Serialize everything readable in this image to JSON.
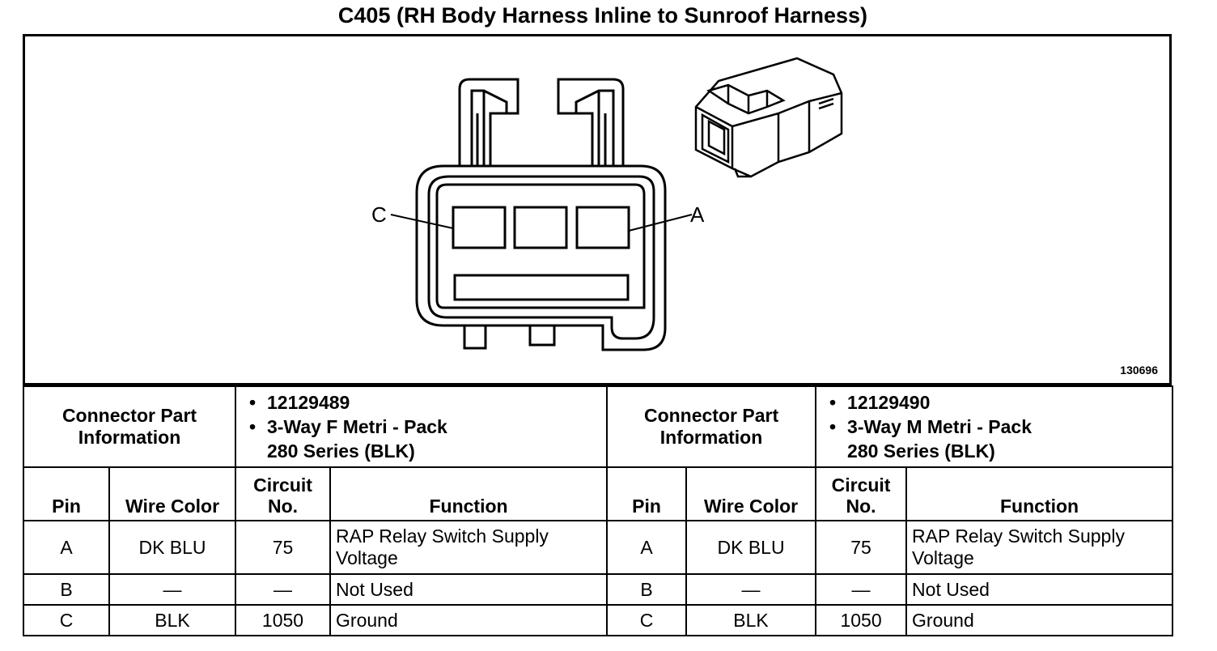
{
  "title": "C405 (RH Body Harness Inline to Sunroof Harness)",
  "figure_id": "130696",
  "callouts": {
    "left": "C",
    "right": "A"
  },
  "left_connector": {
    "info_label": "Connector Part Information",
    "part_number": "12129489",
    "part_desc_1": "3-Way F Metri - Pack",
    "part_desc_2": "280 Series (BLK)"
  },
  "right_connector": {
    "info_label": "Connector Part Information",
    "part_number": "12129490",
    "part_desc_1": "3-Way M Metri - Pack",
    "part_desc_2": "280 Series (BLK)"
  },
  "headers_left": {
    "pin": "Pin",
    "wire_color": "Wire Color",
    "circuit": "Circuit No.",
    "function": "Function"
  },
  "headers_right": {
    "pin": "Pin",
    "wire_color": "Wire Color",
    "circuit": "Circuit No.",
    "function": "Function"
  },
  "rows": [
    {
      "left": {
        "pin": "A",
        "wire_color": "DK BLU",
        "circuit": "75",
        "function": "RAP Relay Switch Supply Voltage"
      },
      "right": {
        "pin": "A",
        "wire_color": "DK BLU",
        "circuit": "75",
        "function": "RAP Relay Switch Supply Voltage"
      }
    },
    {
      "left": {
        "pin": "B",
        "wire_color": "—",
        "circuit": "—",
        "function": "Not Used"
      },
      "right": {
        "pin": "B",
        "wire_color": "—",
        "circuit": "—",
        "function": "Not Used"
      }
    },
    {
      "left": {
        "pin": "C",
        "wire_color": "BLK",
        "circuit": "1050",
        "function": "Ground"
      },
      "right": {
        "pin": "C",
        "wire_color": "BLK",
        "circuit": "1050",
        "function": "Ground"
      }
    }
  ]
}
